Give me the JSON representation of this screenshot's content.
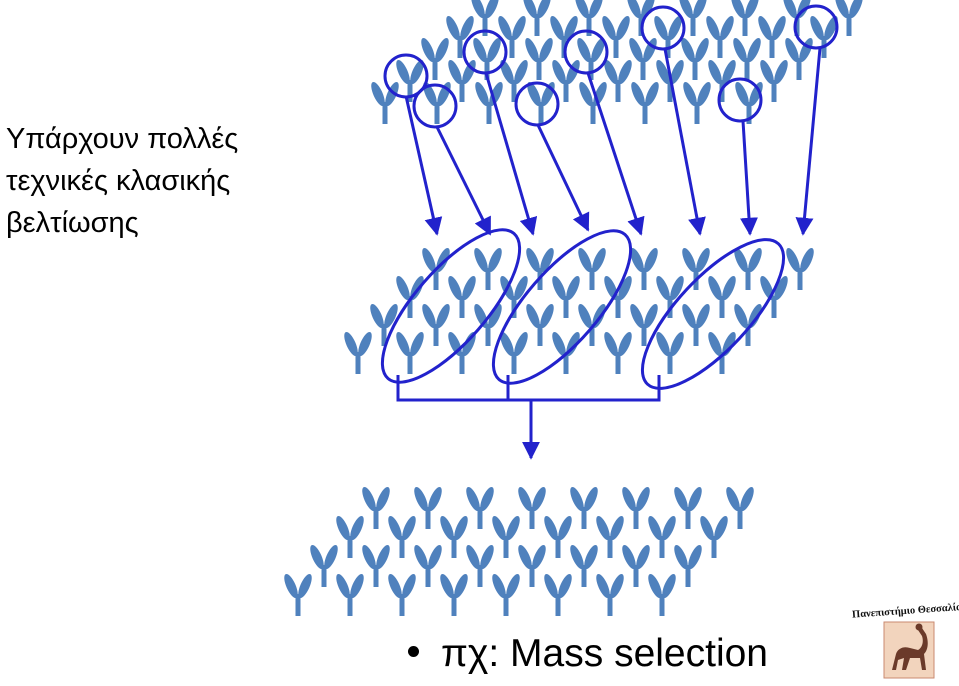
{
  "slide": {
    "heading": "Υπάρχουν πολλές\nτεχνικές κλασικής\nβελτίωσης",
    "bullet": "πχ: Mass selection"
  },
  "logo": {
    "text": "Πανεπιστήμιο Θεσσαλίας",
    "icon": "centaur-seal-icon"
  },
  "colors": {
    "plant_leaf": "#4f81bd",
    "plant_stem": "#4f81bd",
    "selection": "#2222cc",
    "text": "#000000"
  },
  "plants": {
    "initial_population": {
      "rows": [
        {
          "count": 8,
          "offset_index": 4
        },
        {
          "count": 8,
          "offset_index": 3
        },
        {
          "count": 8,
          "offset_index": 2
        },
        {
          "count": 8,
          "offset_index": 1
        },
        {
          "count": 8,
          "offset_index": 0
        }
      ]
    },
    "selected_population": {
      "rows": [
        {
          "count": 8,
          "offset_index": 3
        },
        {
          "count": 8,
          "offset_index": 2
        },
        {
          "count": 8,
          "offset_index": 1
        },
        {
          "count": 8,
          "offset_index": 0
        }
      ]
    },
    "next_generation": {
      "rows": [
        {
          "count": 8,
          "offset_index": 3
        },
        {
          "count": 8,
          "offset_index": 2
        },
        {
          "count": 8,
          "offset_index": 1
        },
        {
          "count": 8,
          "offset_index": 0
        }
      ]
    }
  },
  "selection": {
    "selected_plants": 8,
    "groups": 3
  }
}
